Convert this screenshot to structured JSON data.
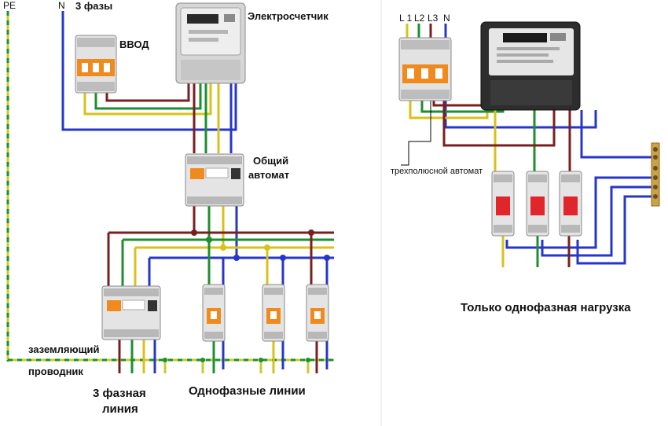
{
  "left": {
    "pe": "PE",
    "n": "N",
    "phases": "3 фазы",
    "input": "ВВОД",
    "meter": "Электросчетчик",
    "main_breaker_line1": "Общий",
    "main_breaker_line2": "автомат",
    "ground_line1": "заземляющий",
    "ground_line2": "проводник",
    "three_phase_line1": "3 фазная",
    "three_phase_line2": "линия",
    "single_phase": "Однофазные линии"
  },
  "right": {
    "l1": "L 1",
    "l2": "L2",
    "l3": "L3",
    "n": "N",
    "tripole": "трехполюсной автомат",
    "caption": "Только однофазная нагрузка"
  },
  "colors": {
    "phase_brown": "#7a1f1f",
    "phase_green": "#1d8f2e",
    "phase_yellow": "#d8c21a",
    "neutral_blue": "#2636c9",
    "pe_yellow_green": "#c8cc2a",
    "breaker_orange": "#f08a1c",
    "breaker_red": "#e0262b",
    "panel_gray": "#dcdcdc"
  }
}
